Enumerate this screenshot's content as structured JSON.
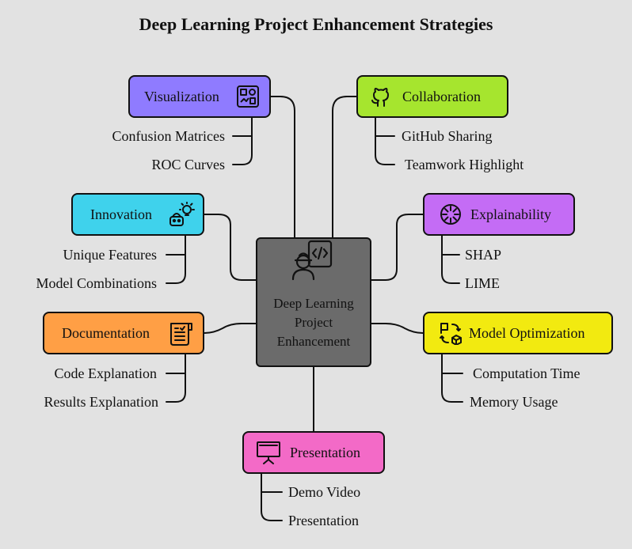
{
  "title": "Deep Learning Project Enhancement Strategies",
  "center": {
    "label": "Deep Learning Project Enhancement",
    "icon": "developer-code-icon",
    "color": "#6b6b6b"
  },
  "nodes": {
    "visualization": {
      "label": "Visualization",
      "icon": "dashboard-chart-icon",
      "color": "#8f7bff",
      "items": [
        "Confusion Matrices",
        "ROC Curves"
      ]
    },
    "collaboration": {
      "label": "Collaboration",
      "icon": "github-icon",
      "color": "#a6e52e",
      "items": [
        "GitHub Sharing",
        "Teamwork Highlight"
      ]
    },
    "innovation": {
      "label": "Innovation",
      "icon": "robot-lightbulb-icon",
      "color": "#3fd2ec",
      "items": [
        "Unique Features",
        "Model Combinations"
      ]
    },
    "explainability": {
      "label": "Explainability",
      "icon": "aperture-icon",
      "color": "#c46cf5",
      "items": [
        "SHAP",
        "LIME"
      ]
    },
    "documentation": {
      "label": "Documentation",
      "icon": "document-list-icon",
      "color": "#ff9f45",
      "items": [
        "Code Explanation",
        "Results Explanation"
      ]
    },
    "optimization": {
      "label": "Model Optimization",
      "icon": "transform-shapes-icon",
      "color": "#f2ea10",
      "items": [
        "Computation Time",
        "Memory Usage"
      ]
    },
    "presentation": {
      "label": "Presentation",
      "icon": "projector-screen-icon",
      "color": "#f36ac7",
      "items": [
        "Demo Video",
        "Presentation"
      ]
    }
  }
}
